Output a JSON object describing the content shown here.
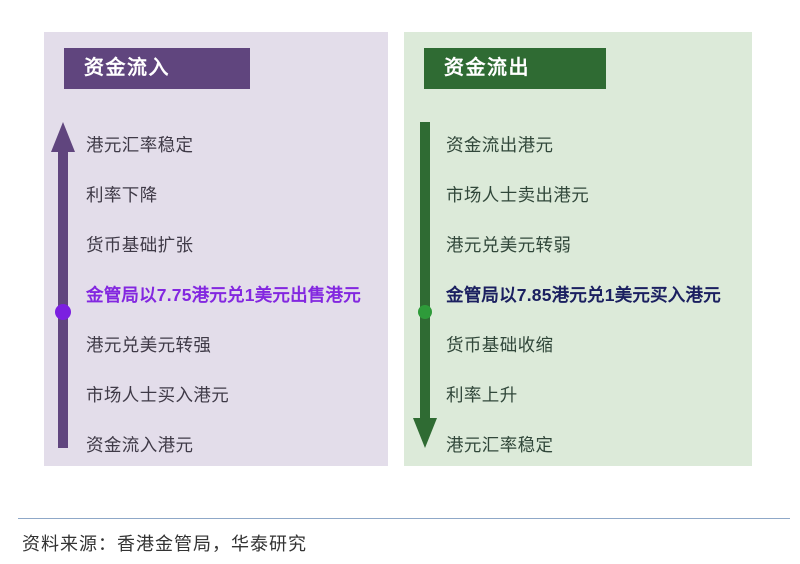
{
  "figure": {
    "title_inflow": "资金流入",
    "title_outflow": "资金流出",
    "colors": {
      "inflow_header": "#60457E",
      "inflow_panel": "#E3DDEA",
      "inflow_arrow": "#60457E",
      "inflow_dot": "#7B1FE0",
      "inflow_highlight_text": "#8327E0",
      "outflow_header": "#2F6B33",
      "outflow_panel": "#DCEAD9",
      "outflow_arrow": "#2F6B33",
      "outflow_dot": "#2E9B3A",
      "outflow_highlight_text": "#1B2060",
      "footer_rule": "#8FA8C8"
    }
  },
  "inflow": {
    "header": "资金流入",
    "arrow_direction": "up",
    "items": [
      {
        "label": "港元汇率稳定",
        "highlight": false
      },
      {
        "label": "利率下降",
        "highlight": false
      },
      {
        "label": "货币基础扩张",
        "highlight": false
      },
      {
        "label": "金管局以7.75港元兑1美元出售港元",
        "highlight": true
      },
      {
        "label": "港元兑美元转强",
        "highlight": false
      },
      {
        "label": "市场人士买入港元",
        "highlight": false
      },
      {
        "label": "资金流入港元",
        "highlight": false
      }
    ]
  },
  "outflow": {
    "header": "资金流出",
    "arrow_direction": "down",
    "items": [
      {
        "label": "资金流出港元",
        "highlight": false
      },
      {
        "label": "市场人士卖出港元",
        "highlight": false
      },
      {
        "label": "港元兑美元转弱",
        "highlight": false
      },
      {
        "label": "金管局以7.85港元兑1美元买入港元",
        "highlight": true
      },
      {
        "label": "货币基础收缩",
        "highlight": false
      },
      {
        "label": "利率上升",
        "highlight": false
      },
      {
        "label": "港元汇率稳定",
        "highlight": false
      }
    ]
  },
  "footer": {
    "source": "资料来源：香港金管局，华泰研究"
  }
}
